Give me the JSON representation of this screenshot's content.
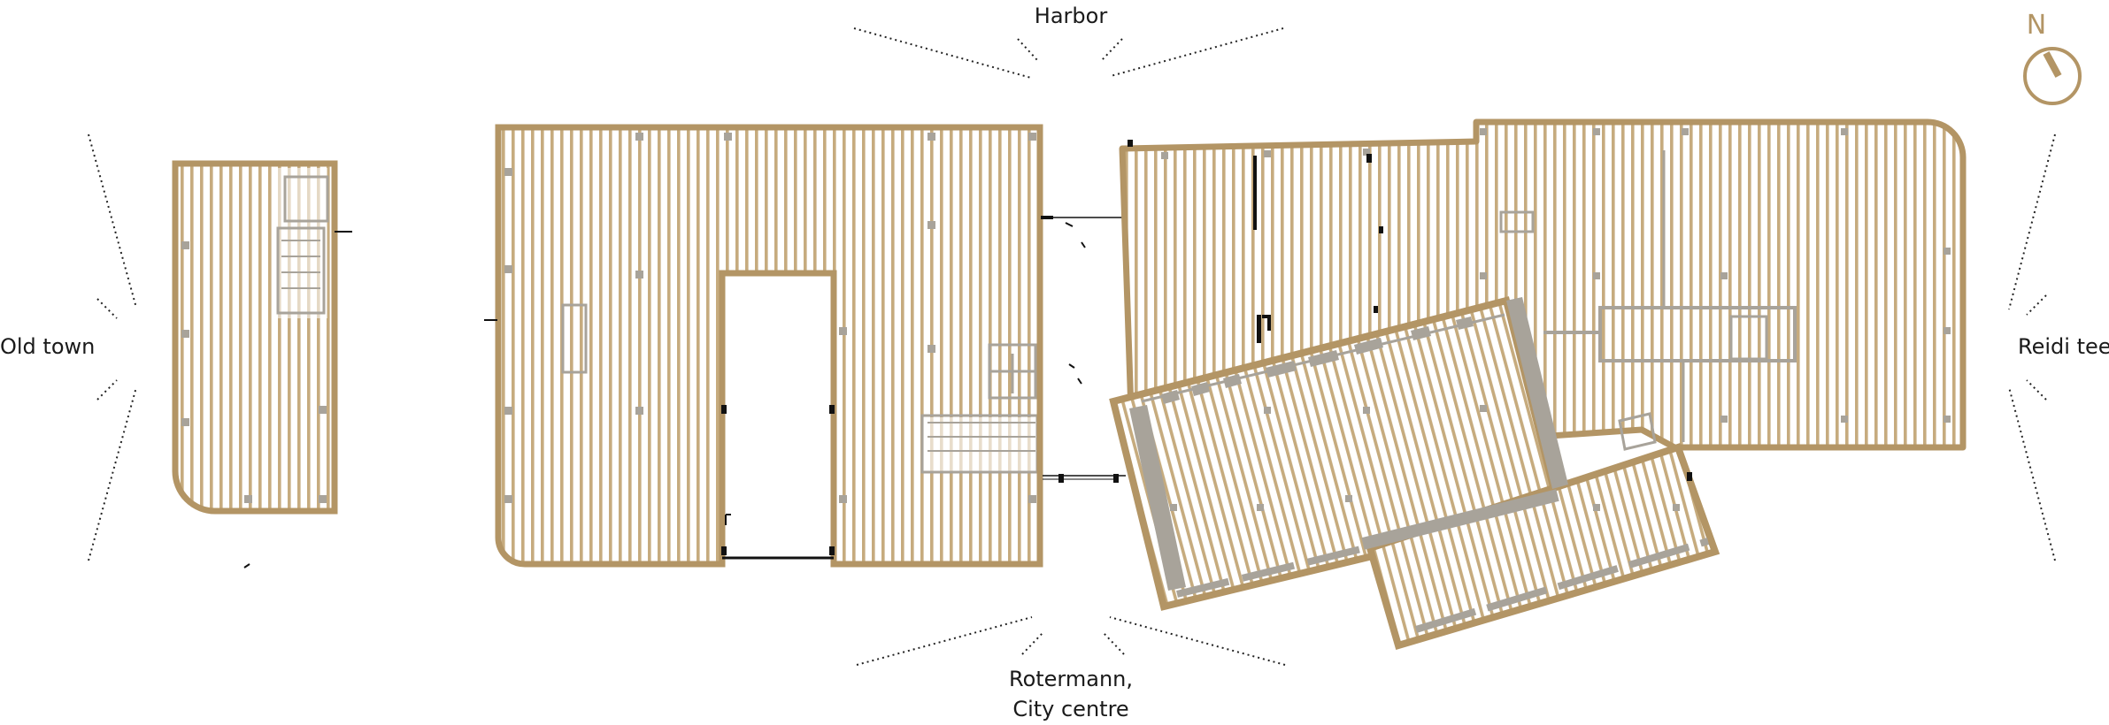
{
  "labels": {
    "harbor": "Harbor",
    "old_town": "Old town",
    "reidi_tee": "Reidi tee",
    "rotermann_line1": "Rotermann,",
    "rotermann_line2": "City centre"
  },
  "compass": {
    "letter": "N"
  },
  "colors": {
    "wall": "#b39565",
    "slat": "#c6ab7e",
    "hatch": "#a8a39a",
    "detail": "#111111",
    "ray": "#222222"
  }
}
